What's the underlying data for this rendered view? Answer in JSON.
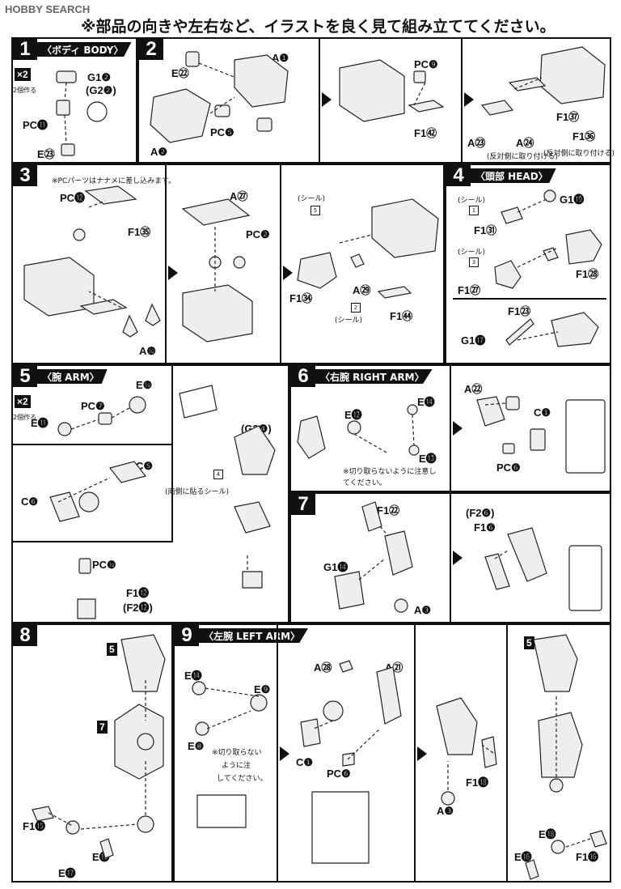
{
  "watermark": "HOBBY SEARCH",
  "top_note": "※部品の向きや左右など、イラストを良く見て組み立ててください。",
  "steps": {
    "s1": {
      "num": "1",
      "title": "〈ボディ BODY〉",
      "x2": "×2",
      "x2_note": "2個作る",
      "labels": [
        "G1❷",
        "(G2❷)",
        "PC⓫",
        "E㉓"
      ]
    },
    "s2": {
      "num": "2",
      "labels": [
        "E㉒",
        "A❶",
        "A❷",
        "PC❺",
        "PC❾",
        "F1㊷",
        "A㉓",
        "A㉔",
        "F1㊲",
        "F1㊱"
      ],
      "notes": [
        "(反対側に取り付ける)",
        "(反対側に取り付ける)"
      ]
    },
    "s3": {
      "num": "3",
      "note": "※PCパーツはナナメに差し込みます。",
      "labels": [
        "PC⓬",
        "F1㉟",
        "A❿",
        "A㉗",
        "PC❷",
        "F1㉞",
        "A㉙",
        "F1㊹"
      ],
      "seal": "(シール)",
      "seal_nums": [
        "5",
        "2"
      ]
    },
    "s4": {
      "num": "4",
      "title": "〈頭部 HEAD〉",
      "labels": [
        "G1⓳",
        "F1㉛",
        "F1㉘",
        "F1㉗",
        "F1㉓",
        "G1⓱"
      ],
      "seal": "(シール)",
      "seal_nums": [
        "1",
        "3"
      ]
    },
    "s5": {
      "num": "5",
      "title": "〈腕 ARM〉",
      "x2": "×2",
      "x2_note": "2個作る",
      "labels": [
        "E❿",
        "E⓫",
        "PC❼",
        "C❺",
        "C❻",
        "(G2❹)",
        "G1❹",
        "PC❿",
        "F1⓬",
        "(F2⓬)"
      ],
      "seal_note": "(両側に貼るシール)",
      "seal_num": "4"
    },
    "s6": {
      "num": "6",
      "title": "〈右腕 RIGHT ARM〉",
      "labels": [
        "E⓬",
        "E⓮",
        "E⓭",
        "A㉒",
        "C❶",
        "PC❻"
      ],
      "note": "※切り取らないように注意してください。"
    },
    "s7": {
      "num": "7",
      "labels": [
        "F1㉒",
        "G1⓮",
        "A❸",
        "(F2❻)",
        "F1❻"
      ]
    },
    "s8": {
      "num": "8",
      "labels": [
        "5",
        "7",
        "F1⓯",
        "E⓯",
        "E⓱"
      ]
    },
    "s9": {
      "num": "9",
      "title": "〈左腕 LEFT ARM〉",
      "labels": [
        "E⓮",
        "E❾",
        "E❽",
        "A㉘",
        "A㉑",
        "C❶",
        "PC❻",
        "F1⓲",
        "A❸",
        "5",
        "E⓲",
        "E⓰",
        "F1⓰"
      ],
      "note": [
        "※切り取らない",
        "ように注",
        "してください。"
      ]
    }
  }
}
